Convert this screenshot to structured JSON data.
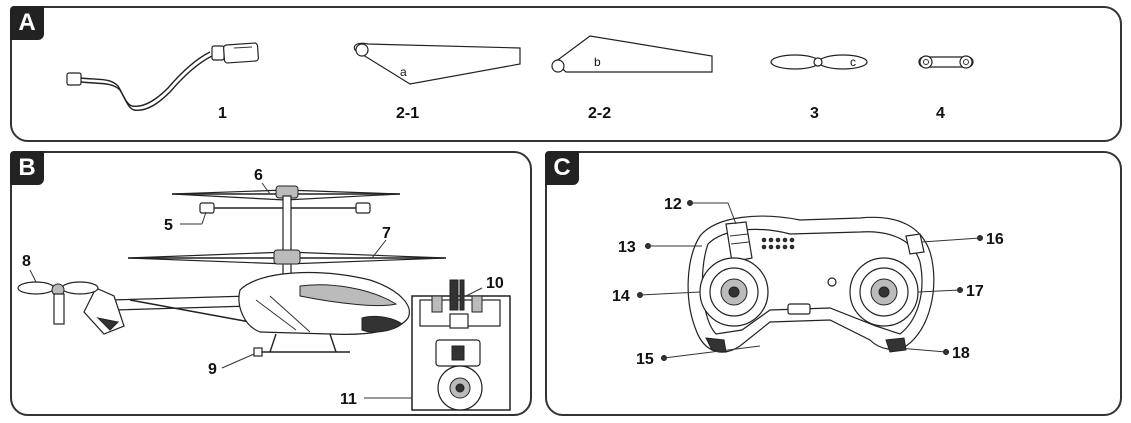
{
  "panels": {
    "a": {
      "badge": "A",
      "parts": [
        "1",
        "2-1",
        "2-2",
        "3",
        "4"
      ],
      "blade_marks": [
        "a",
        "b",
        "c"
      ]
    },
    "b": {
      "badge": "B",
      "callouts": [
        "5",
        "6",
        "7",
        "8",
        "9",
        "10",
        "11"
      ]
    },
    "c": {
      "badge": "C",
      "callouts": [
        "12",
        "13",
        "14",
        "15",
        "16",
        "17",
        "18"
      ]
    }
  }
}
